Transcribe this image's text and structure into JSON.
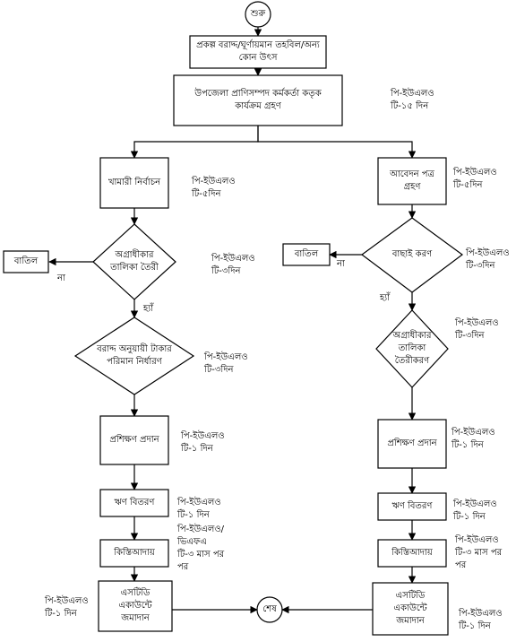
{
  "nodes": {
    "start": "শুরু",
    "fund_source": [
      "প্রকল্প বরাদ্দ/ঘূর্ণায়মান তহবিল/অন্য",
      "কোন উৎস"
    ],
    "upazila_action": [
      "উপজেলা প্রাণিসম্পদ কর্মকর্তা কতৃক",
      "কার্যক্রম গ্রহণ"
    ],
    "farmer_selection": "খামারী নির্বাচন",
    "priority_list": [
      "অগ্রাধীকার",
      "তালিকা তৈরী"
    ],
    "cancel_left": "বাতিল",
    "amount_determination": [
      "বরাদ্দ অনুয়ায়ী টাকার",
      "পরিমান নির্ধারণ"
    ],
    "training_left": "প্রশিক্ষণ প্রদান",
    "loan_left": "ঋণ বিতরণ",
    "installment_left": "কিস্তিআদায়",
    "sdg_left": [
      "এসটিডি",
      "একাউন্টে",
      "জমাদান"
    ],
    "end": "শেষ",
    "application_receipt": [
      "আবেদন পত্র",
      "গ্রহণ"
    ],
    "screening": "বাছাই করণ",
    "cancel_right": "বাতিল",
    "priority_list_right": [
      "অগ্রাধীকার",
      "তালিকা",
      "তৈরীকরণ"
    ],
    "training_right": "প্রশিক্ষণ প্রদান",
    "loan_right": "ঋণ বিতরণ",
    "installment_right": "কিস্তিআদায়",
    "sdg_right": [
      "এসটিডি",
      "একাউন্টে",
      "জমাদান"
    ]
  },
  "edge_labels": {
    "no_left": "না",
    "yes_left": "হ্যাঁ",
    "no_right": "না",
    "yes_right": "হ্যাঁ"
  },
  "notes": {
    "upazila": [
      "পি-ইউএলও",
      "টি-১৫ দিন"
    ],
    "farmer_selection": [
      "পি-ইউএলও",
      "টি-৫দিন"
    ],
    "priority_left": [
      "পি-ইউএলও",
      "টি-৩দিন"
    ],
    "amount": [
      "পি-ইউএলও",
      "টি-৩দিন"
    ],
    "training_left": [
      "পি-ইউএলও",
      "টি-১ দিন"
    ],
    "loan_left": [
      "পি-ইউএলও",
      "টি-১ দিন"
    ],
    "installment_left": [
      "পি-ইউএলও/",
      "ভিএফএ",
      "টি-৩ মাস পর",
      "পর"
    ],
    "sdg_left": [
      "পি-ইউএলও",
      "টি-১ দিন"
    ],
    "application": [
      "পি-ইউএলও",
      "টি-৫দিন"
    ],
    "screening": [
      "পি-ইউএলও",
      "টি-৩দিন"
    ],
    "priority_right": [
      "পি-ইউএলও",
      "টি-৩দিন"
    ],
    "training_right": [
      "পি-ইউএলও",
      "টি-১ দিন"
    ],
    "loan_right": [
      "পি-ইউএলও",
      "টি-১ দিন"
    ],
    "installment_right": [
      "পি-ইউএলও",
      "টি-৩ মাস পর",
      "পর"
    ],
    "sdg_right": [
      "পি-ইউএলও",
      "টি-১ দিন"
    ]
  }
}
